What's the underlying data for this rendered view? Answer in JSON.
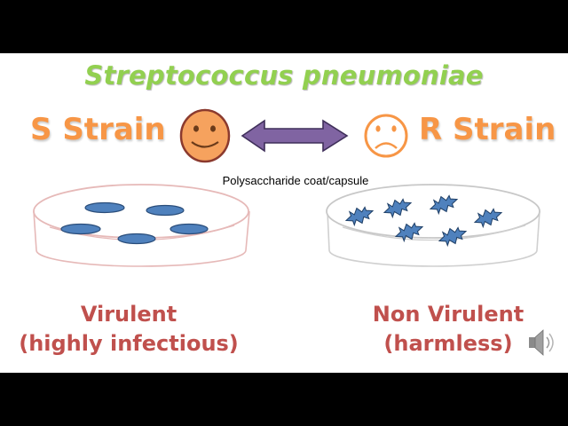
{
  "title": "Streptococcus pneumoniae",
  "s_strain": {
    "label": "S Strain"
  },
  "r_strain": {
    "label": "R Strain"
  },
  "caption": "Polysaccharide coat/capsule",
  "virulent": {
    "line1": "Virulent",
    "line2": "(highly infectious)"
  },
  "non_virulent": {
    "line1": "Non Virulent",
    "line2": "(harmless)"
  },
  "colors": {
    "title": "#92d050",
    "strain_text": "#f79646",
    "label_text": "#c0504d",
    "face": "#f79646",
    "arrow": "#8064a2",
    "bacteria": "#4f81bd",
    "dish": "#e6b9b8"
  },
  "icons": {
    "happy": "happy-face-icon",
    "sad": "sad-face-icon",
    "arrow": "double-arrow-icon",
    "speaker": "speaker-icon"
  }
}
